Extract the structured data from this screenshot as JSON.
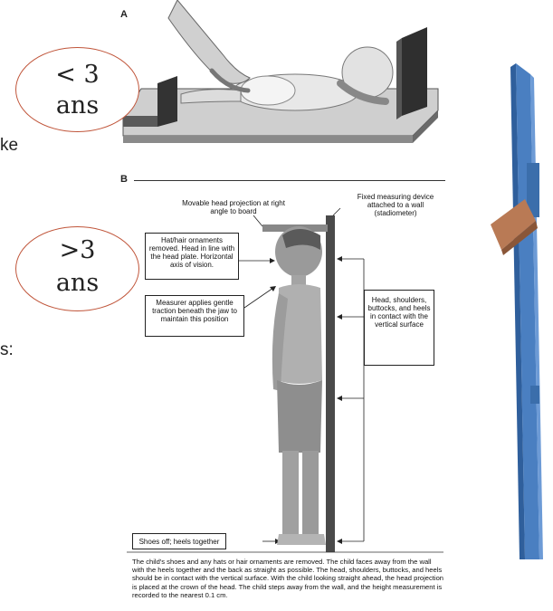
{
  "panel_a": {
    "letter": "A"
  },
  "panel_b": {
    "letter": "B",
    "label_head_projection": "Movable head projection at right angle to board",
    "label_stadiometer": "Fixed measuring device attached to a wall (stadiometer)",
    "box_hat": "Hat/hair ornaments removed. Head in line with the head plate. Horizontal axis of vision.",
    "box_measurer": "Measurer applies gentle traction beneath the jaw to maintain this position",
    "box_contact": "Head, shoulders, buttocks, and heels in contact with the vertical surface",
    "box_shoes": "Shoes off; heels together",
    "caption": "The child's shoes and any hats or hair ornaments are removed. The child faces away from the wall with the heels together and the back as straight as possible. The head, shoulders, buttocks, and heels should be in contact with the vertical surface. With the child looking straight ahead, the head projection is placed at the crown of the head. The child steps away from the wall, and the height measurement is recorded to the nearest 0.1 cm."
  },
  "overlays": {
    "oval_top_line1": "< 3",
    "oval_top_line2": "ans",
    "oval_bottom_line1": ">3",
    "oval_bottom_line2": "ans"
  },
  "edge_text": {
    "top": "ke",
    "bottom": "s:"
  },
  "colors": {
    "oval_border": "#c0553a",
    "stadiometer_blue": "#4a7fc1",
    "head_plate": "#b97a55"
  }
}
